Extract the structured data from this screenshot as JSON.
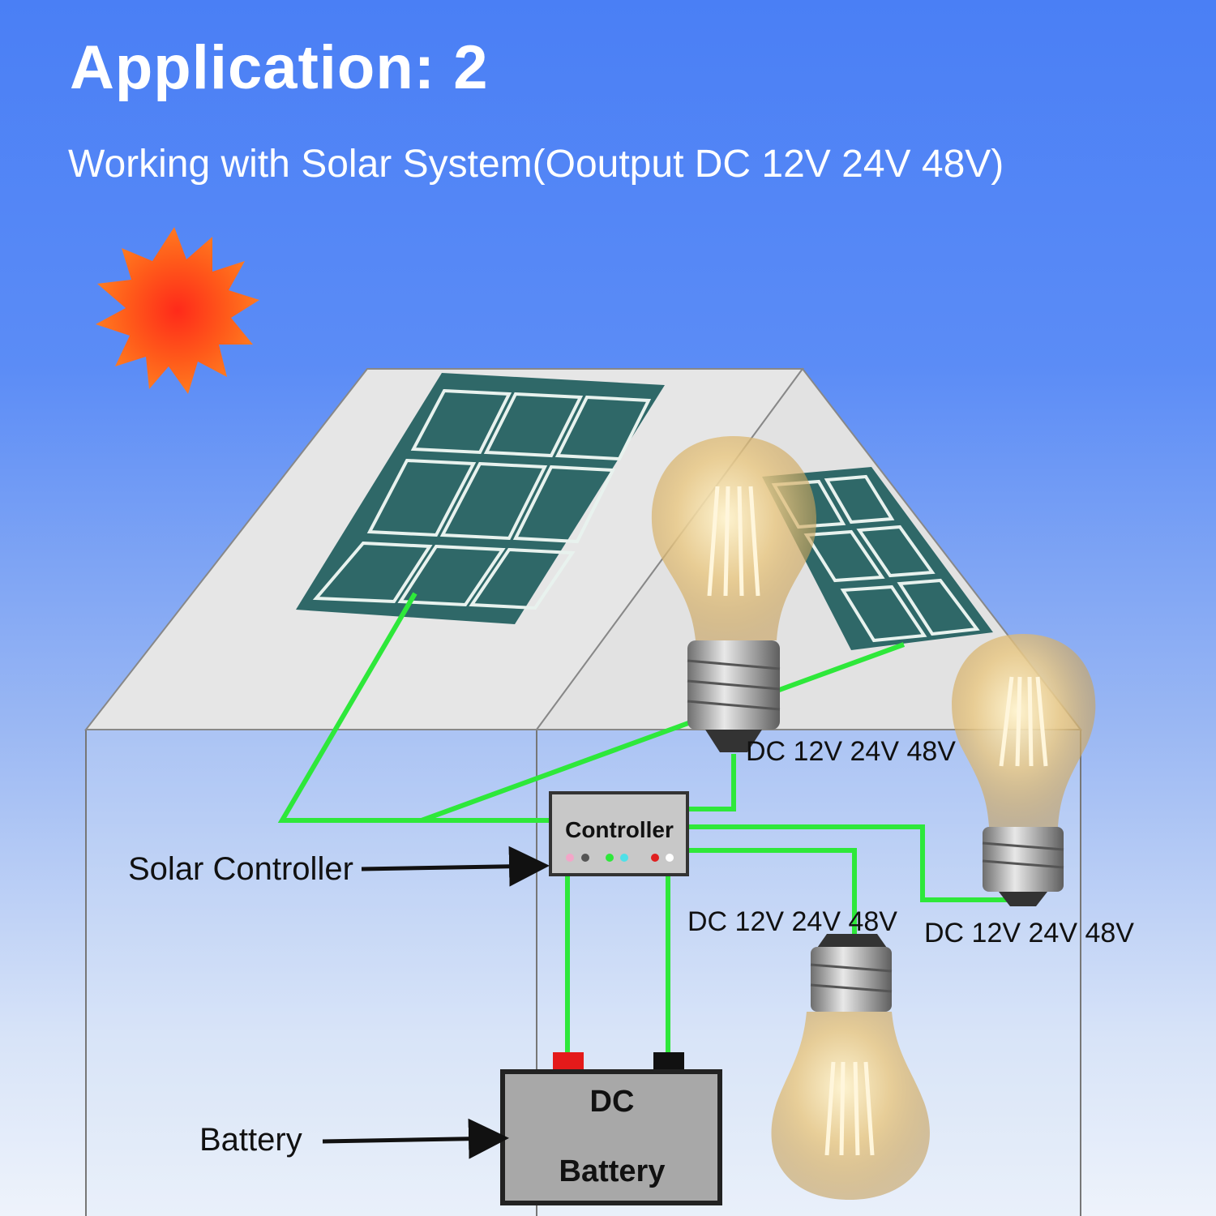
{
  "header": {
    "title": "Application: 2",
    "subtitle": "Working with Solar System(Ooutput DC 12V 24V 48V)"
  },
  "labels": {
    "solar_controller": "Solar Controller",
    "battery": "Battery",
    "controller_box": "Controller",
    "battery_box_line1": "DC",
    "battery_box_line2": "Battery",
    "bulb_voltage_1": "DC 12V 24V 48V",
    "bulb_voltage_2": "DC 12V 24V 48V",
    "bulb_voltage_3": "DC 12V 24V 48V"
  },
  "colors": {
    "wire": "#2ee83a",
    "panel": "#2f6868",
    "sun": "#ff4d1a",
    "roof": "#e6e6e6"
  },
  "icons": [
    "sun-icon",
    "solar-panel-icon",
    "light-bulb-icon",
    "controller-icon",
    "battery-icon",
    "arrow-icon"
  ]
}
